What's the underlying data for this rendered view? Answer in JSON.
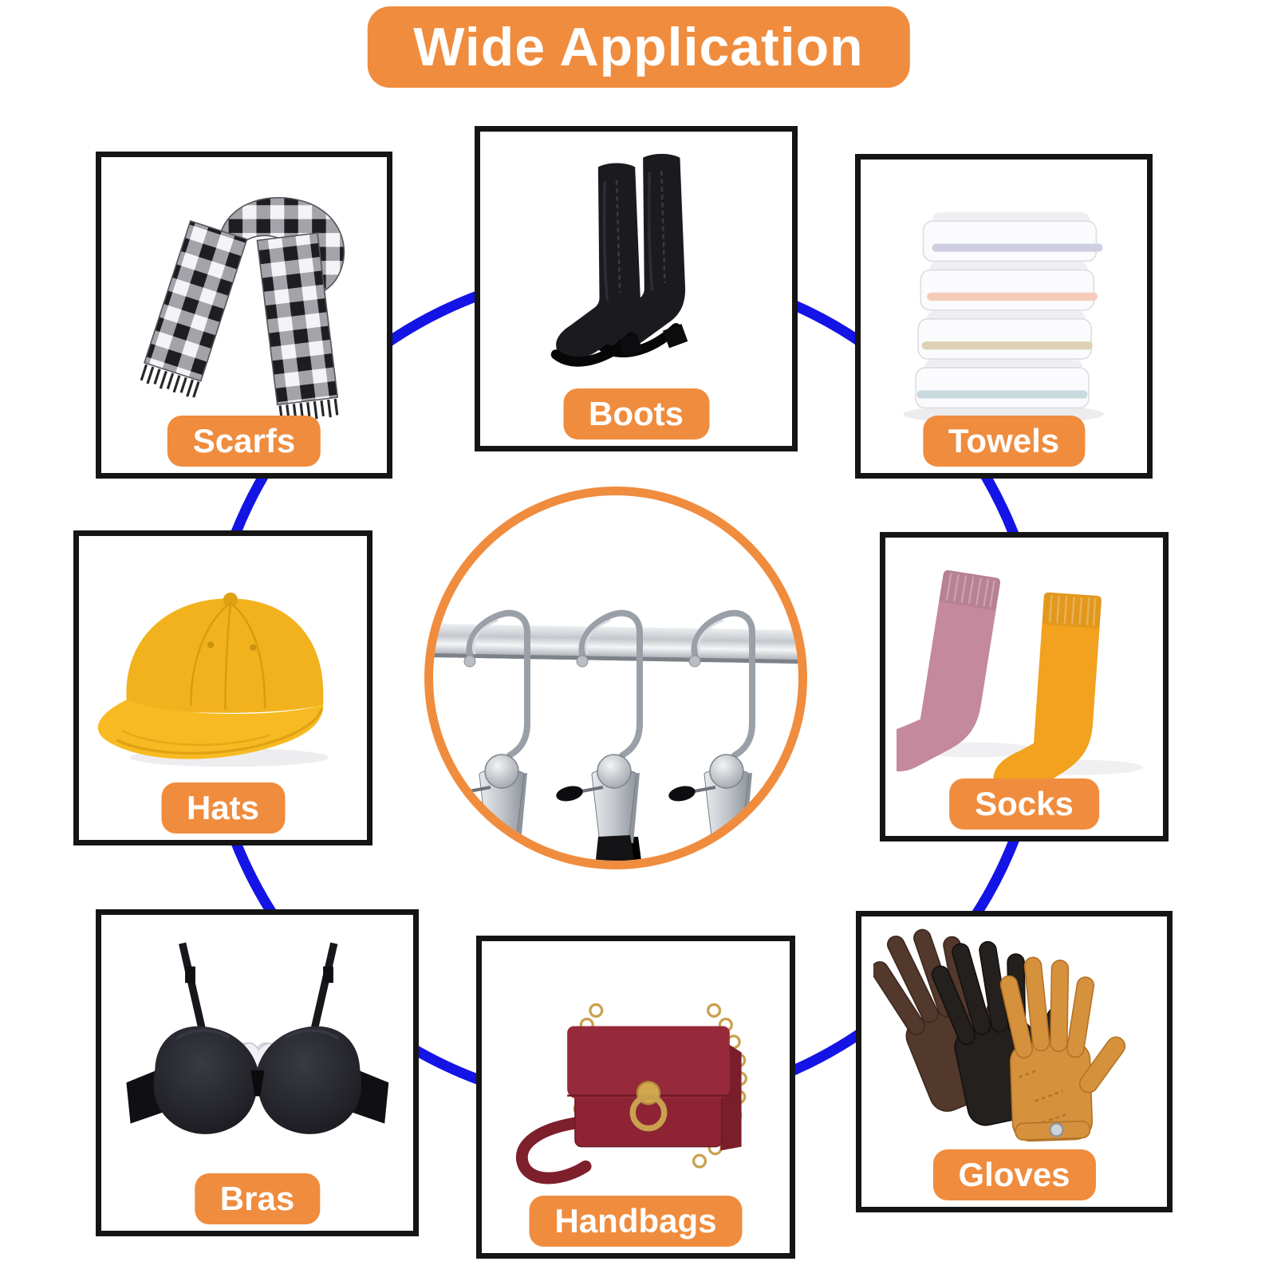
{
  "title": {
    "text": "Wide Application"
  },
  "colors": {
    "accent_orange": "#F08C3E",
    "connector_blue": "#1414E6",
    "box_border": "#151515",
    "badge_text": "#FFFFFF",
    "background": "#FFFFFF"
  },
  "center_product": {
    "icon": "boot-hanger-clips"
  },
  "items": [
    {
      "label": "Scarfs",
      "icon": "scarf-icon"
    },
    {
      "label": "Boots",
      "icon": "boots-icon"
    },
    {
      "label": "Towels",
      "icon": "towels-icon"
    },
    {
      "label": "Hats",
      "icon": "cap-icon"
    },
    {
      "label": "Socks",
      "icon": "socks-icon"
    },
    {
      "label": "Bras",
      "icon": "bra-icon"
    },
    {
      "label": "Handbags",
      "icon": "handbag-icon"
    },
    {
      "label": "Gloves",
      "icon": "gloves-icon"
    }
  ]
}
